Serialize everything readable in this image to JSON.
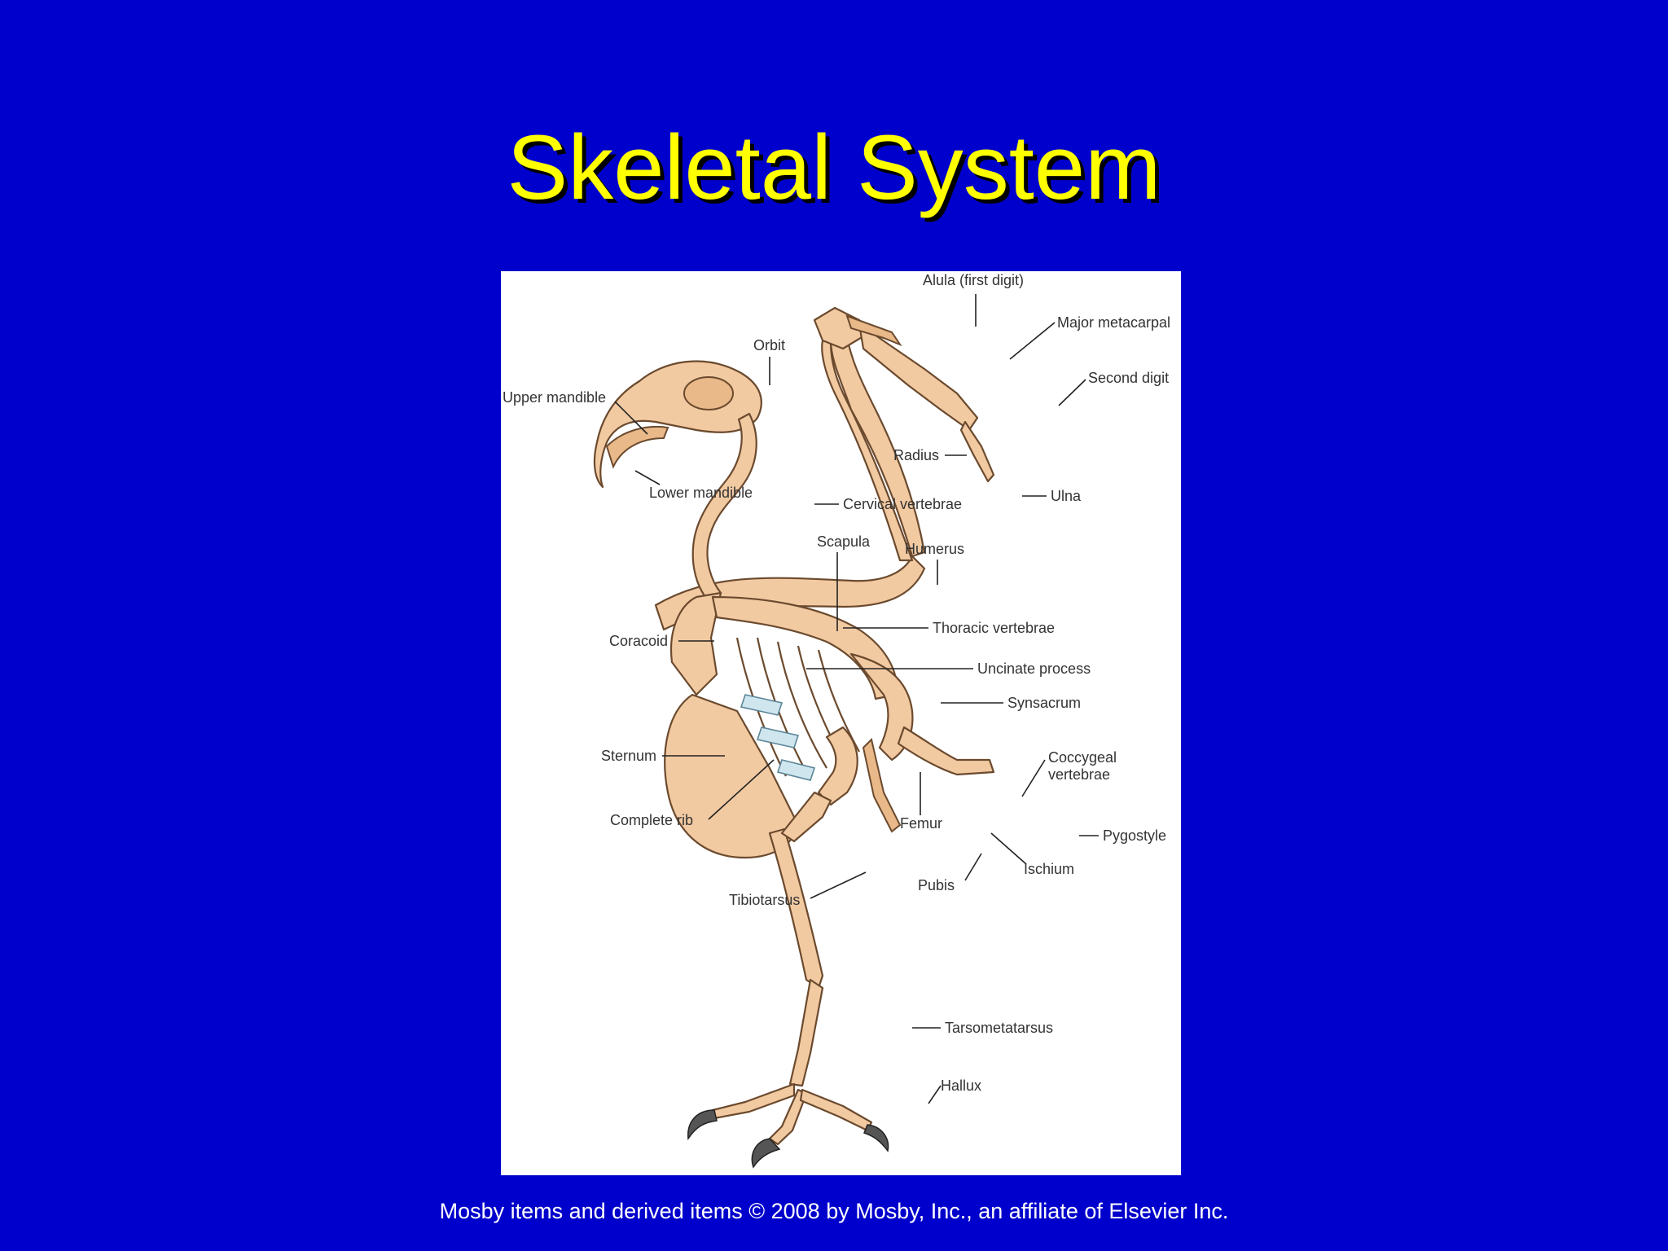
{
  "slide": {
    "title": "Skeletal System",
    "footer": "Mosby items and derived items © 2008 by Mosby, Inc., an affiliate of Elsevier Inc."
  },
  "colors": {
    "background": "#0000cc",
    "title": "#ffff00",
    "bone": "#f2caa2",
    "cartilage": "#cfe6ef"
  },
  "diagram": {
    "labels": {
      "alula": "Alula (first digit)",
      "major_metacarpal": "Major metacarpal",
      "second_digit": "Second digit",
      "orbit": "Orbit",
      "upper_mandible": "Upper mandible",
      "lower_mandible": "Lower mandible",
      "radius": "Radius",
      "ulna": "Ulna",
      "cervical_vertebrae": "Cervical vertebrae",
      "scapula": "Scapula",
      "humerus": "Humerus",
      "thoracic_vertebrae": "Thoracic vertebrae",
      "coracoid": "Coracoid",
      "uncinate_process": "Uncinate process",
      "synsacrum": "Synsacrum",
      "sternum": "Sternum",
      "coccygeal_1": "Coccygeal",
      "coccygeal_2": "vertebrae",
      "complete_rib": "Complete rib",
      "femur": "Femur",
      "pygostyle": "Pygostyle",
      "ischium": "Ischium",
      "pubis": "Pubis",
      "tibiotarsus": "Tibiotarsus",
      "tarsometatarsus": "Tarsometatarsus",
      "hallux": "Hallux"
    }
  }
}
